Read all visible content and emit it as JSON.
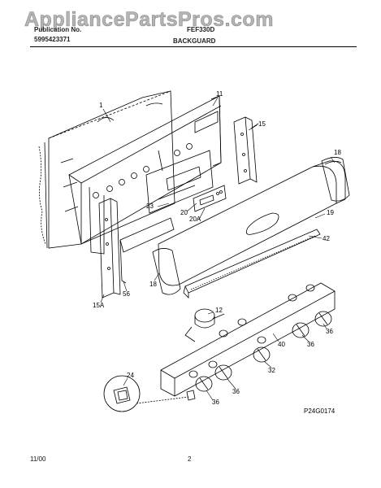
{
  "watermark": "AppliancePartsPros.com",
  "header": {
    "brand_line1": "Publication No.",
    "brand_line2": "5995423371",
    "model": "FEF330D",
    "section_title": "BACKGUARD"
  },
  "parts": [
    {
      "id": "1",
      "name": "part-1"
    },
    {
      "id": "11",
      "name": "part-11"
    },
    {
      "id": "15",
      "name": "part-15"
    },
    {
      "id": "18",
      "name": "part-18-top"
    },
    {
      "id": "19",
      "name": "part-19"
    },
    {
      "id": "42",
      "name": "part-42"
    },
    {
      "id": "23",
      "name": "part-23"
    },
    {
      "id": "20",
      "name": "part-20"
    },
    {
      "id": "20A",
      "name": "part-20a"
    },
    {
      "id": "15A",
      "name": "part-15a"
    },
    {
      "id": "56",
      "name": "part-56"
    },
    {
      "id": "18",
      "name": "part-18-bottom"
    },
    {
      "id": "12",
      "name": "part-12"
    },
    {
      "id": "36",
      "name": "part-36-a"
    },
    {
      "id": "36",
      "name": "part-36-b"
    },
    {
      "id": "40",
      "name": "part-40"
    },
    {
      "id": "32",
      "name": "part-32"
    },
    {
      "id": "36",
      "name": "part-36-c"
    },
    {
      "id": "36",
      "name": "part-36-d"
    },
    {
      "id": "24",
      "name": "part-24"
    }
  ],
  "diagram_code": "P24G0174",
  "footer": {
    "date": "11/00",
    "page": "2"
  }
}
